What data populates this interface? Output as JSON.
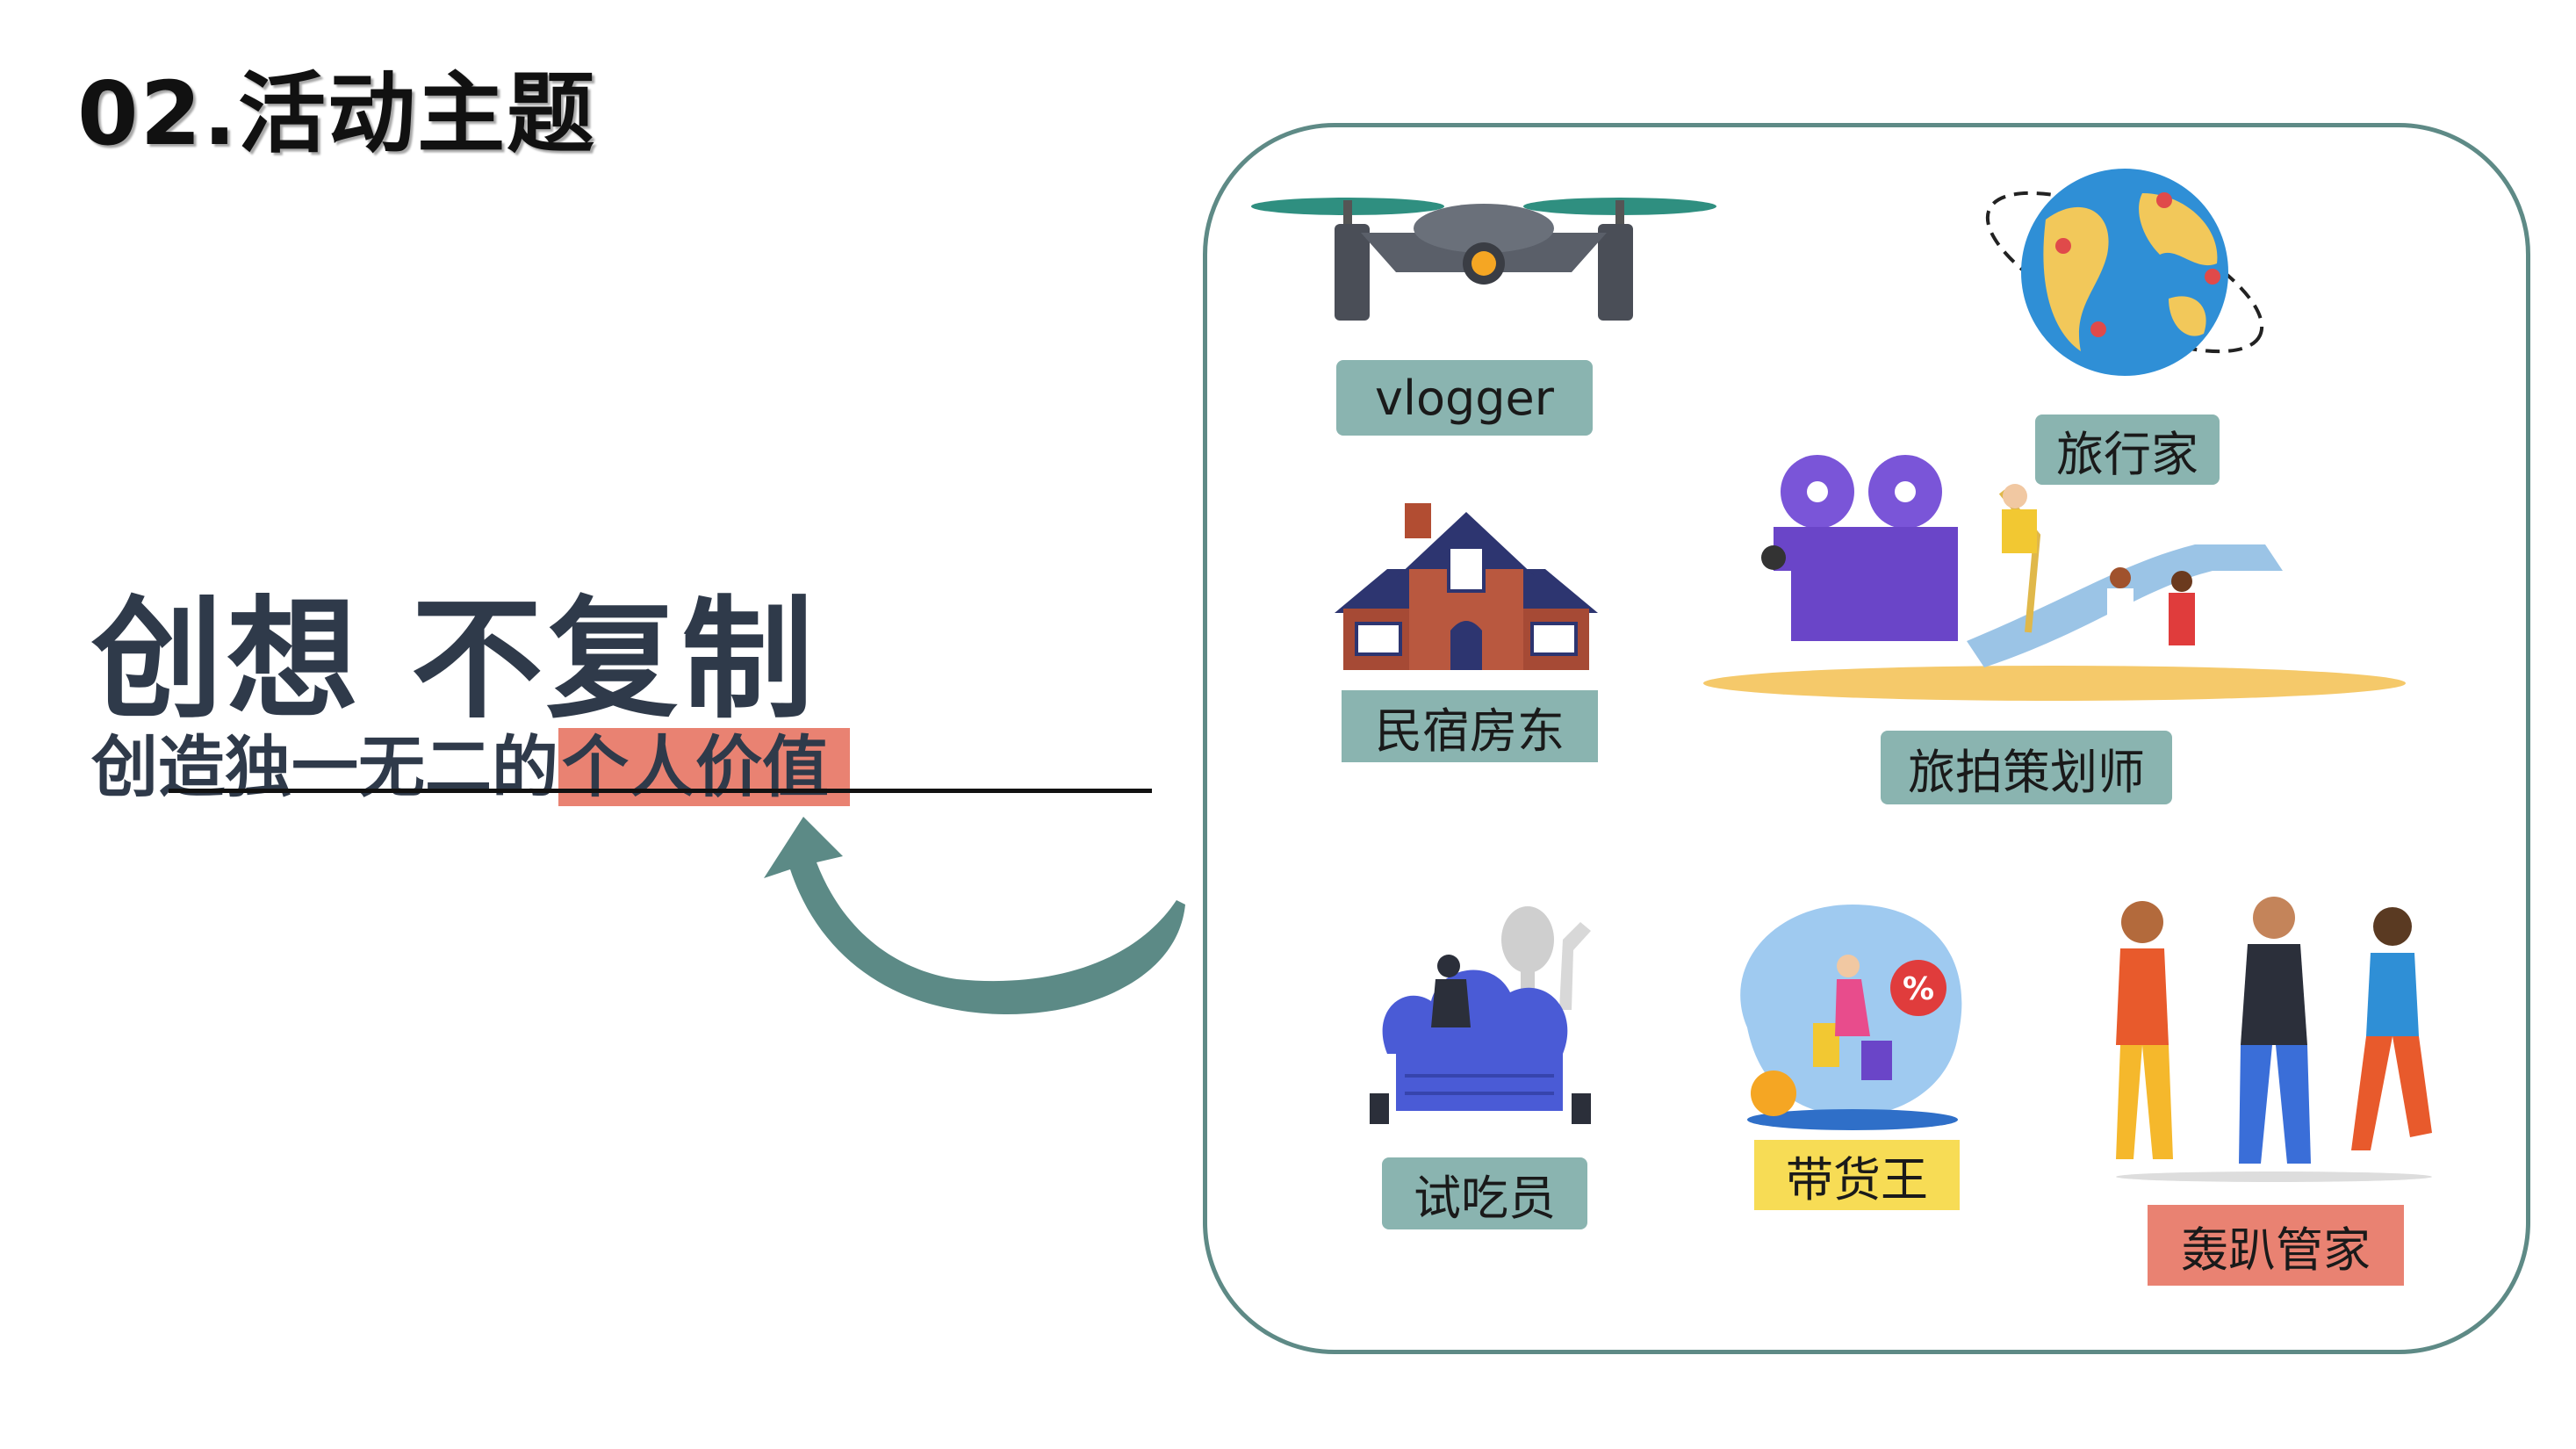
{
  "header": {
    "title": "02.活动主题"
  },
  "hero": {
    "headline": "创想 不复制",
    "subline_plain": "创造独一无二的",
    "subline_highlight": "个人价值"
  },
  "roles": [
    {
      "label": "vlogger",
      "icon": "drone-icon"
    },
    {
      "label": "旅行家",
      "icon": "globe-icon"
    },
    {
      "label": "民宿房东",
      "icon": "house-icon"
    },
    {
      "label": "旅拍策划师",
      "icon": "film-crew-icon"
    },
    {
      "label": "试吃员",
      "icon": "chef-hat-icon"
    },
    {
      "label": "带货王",
      "icon": "shopping-icon"
    },
    {
      "label": "轰趴管家",
      "icon": "party-icon"
    }
  ],
  "colors": {
    "text_dark": "#2f3a4a",
    "highlight": "#e98272",
    "panel_border": "#5e8a86",
    "tag_teal": "#8ab4b0",
    "tag_yellow": "#f7dc55",
    "arrow": "#5c8a86"
  }
}
